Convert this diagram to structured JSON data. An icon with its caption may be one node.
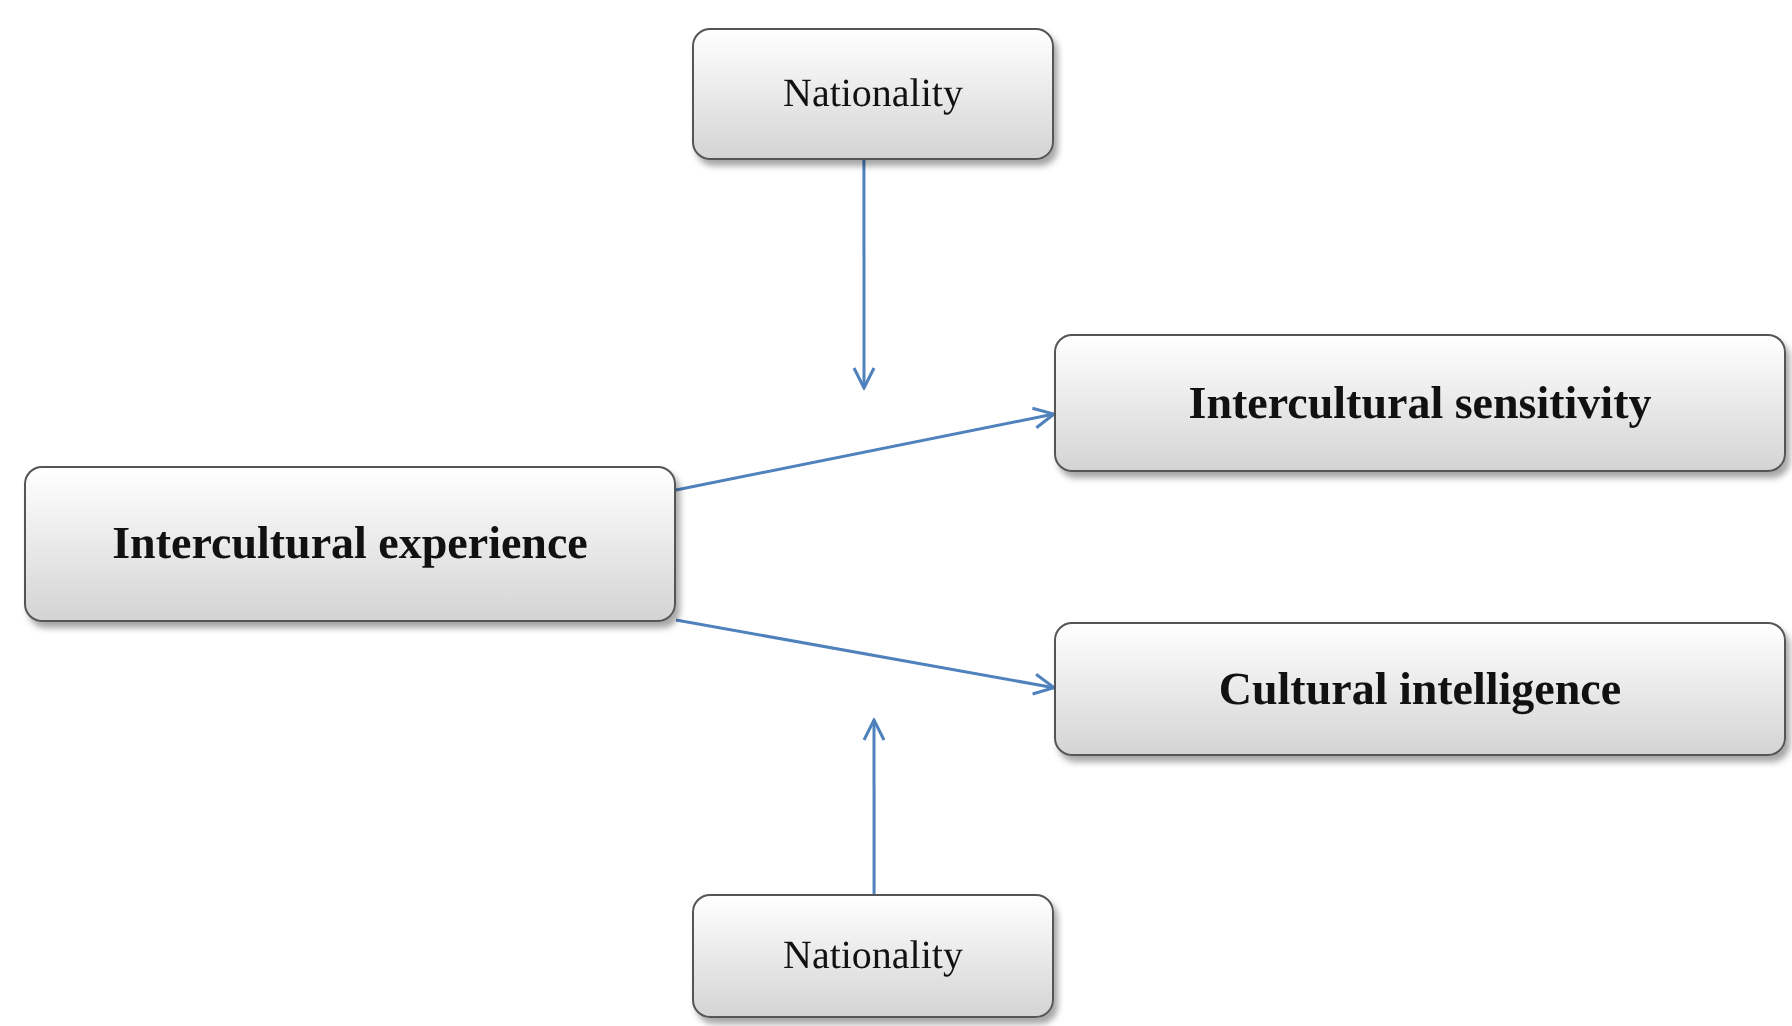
{
  "diagram": {
    "nodes": [
      {
        "text": [
          "Nationality"
        ]
      },
      {
        "text": [
          "Intercultural sensitivity"
        ]
      },
      {
        "text": [
          "Intercultural experience"
        ]
      },
      {
        "text": [
          "Cultural intelligence"
        ]
      },
      {
        "text": [
          "Nationality"
        ]
      }
    ],
    "edges": [
      {
        "from": 2,
        "to": 1,
        "arrow": "to"
      },
      {
        "from": 2,
        "to": 3,
        "arrow": "to"
      },
      {
        "from": 0,
        "to": null,
        "arrow": "to"
      },
      {
        "from": 4,
        "to": null,
        "arrow": "to"
      }
    ]
  }
}
